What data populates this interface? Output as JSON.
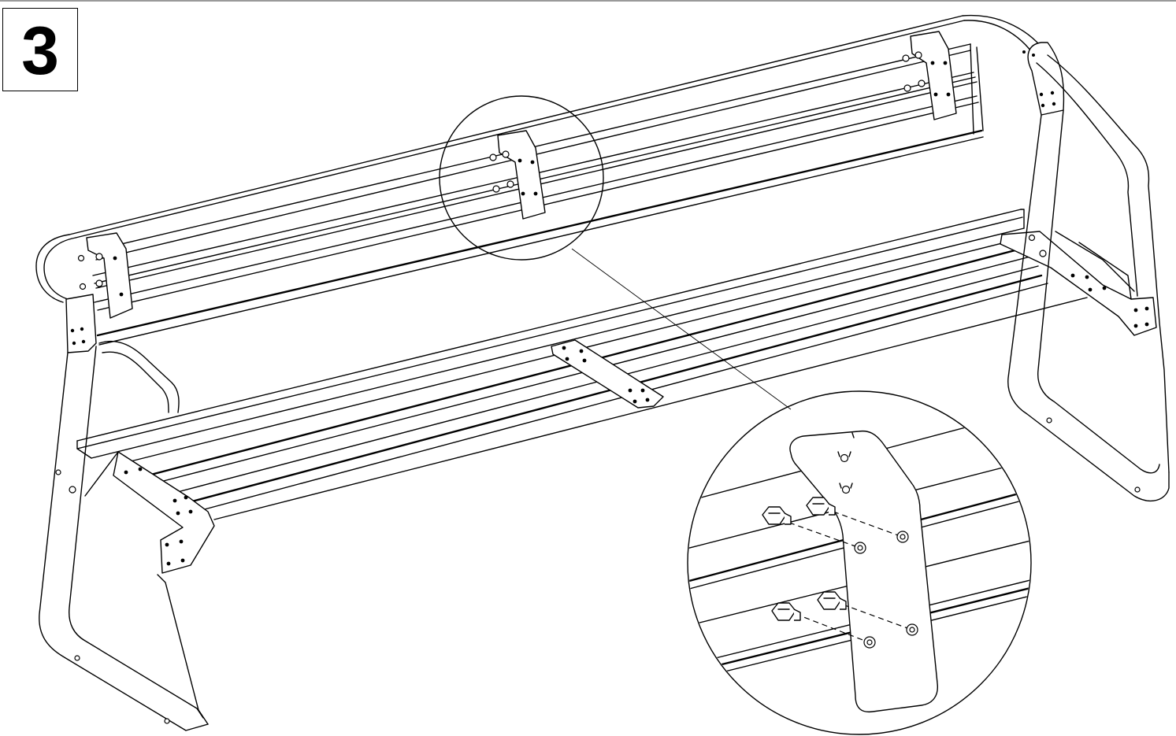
{
  "step": {
    "number": "3"
  },
  "figure": {
    "subject": "bench-assembly",
    "line_color": "#000000",
    "background": "#ffffff",
    "detail_view": {
      "bolts_shown": 4,
      "bracket_holes": 4
    }
  }
}
